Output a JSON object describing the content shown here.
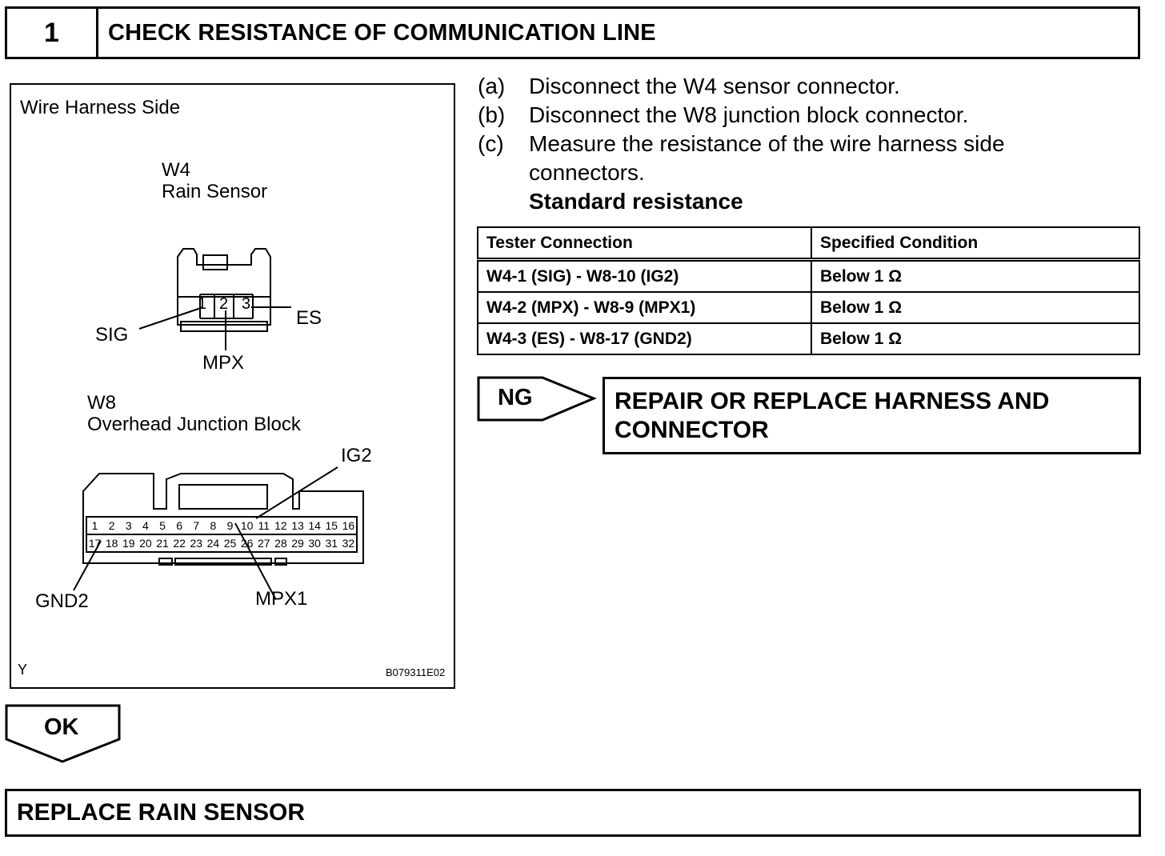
{
  "step": {
    "number": "1",
    "title": "CHECK RESISTANCE OF COMMUNICATION LINE"
  },
  "figure": {
    "heading": "Wire Harness Side",
    "w4": {
      "code": "W4",
      "name": "Rain Sensor",
      "pins": [
        "1",
        "2",
        "3"
      ],
      "labels": {
        "sig": "SIG",
        "mpx": "MPX",
        "es": "ES"
      }
    },
    "w8": {
      "code": "W8",
      "name": "Overhead Junction Block",
      "pins_top": [
        "1",
        "2",
        "3",
        "4",
        "5",
        "6",
        "7",
        "8",
        "9",
        "10",
        "11",
        "12",
        "13",
        "14",
        "15",
        "16"
      ],
      "pins_bottom": [
        "17",
        "18",
        "19",
        "20",
        "21",
        "22",
        "23",
        "24",
        "25",
        "26",
        "27",
        "28",
        "29",
        "30",
        "31",
        "32"
      ],
      "labels": {
        "ig2": "IG2",
        "gnd2": "GND2",
        "mpx1": "MPX1"
      }
    },
    "corner_mark": "Y",
    "figure_id": "B079311E02"
  },
  "instructions": [
    {
      "letter": "(a)",
      "text": "Disconnect the W4 sensor connector."
    },
    {
      "letter": "(b)",
      "text": "Disconnect the W8 junction block connector."
    },
    {
      "letter": "(c)",
      "text": "Measure the resistance of the wire harness side connectors."
    }
  ],
  "standard_title": "Standard resistance",
  "table": {
    "headers": [
      "Tester Connection",
      "Specified Condition"
    ],
    "rows": [
      [
        "W4-1 (SIG) - W8-10 (IG2)",
        "Below 1 Ω"
      ],
      [
        "W4-2 (MPX) - W8-9 (MPX1)",
        "Below 1 Ω"
      ],
      [
        "W4-3 (ES) - W8-17 (GND2)",
        "Below 1 Ω"
      ]
    ]
  },
  "ng": {
    "label": "NG",
    "result": "REPAIR OR REPLACE HARNESS AND CONNECTOR"
  },
  "ok": {
    "label": "OK",
    "result": "REPLACE RAIN SENSOR"
  }
}
